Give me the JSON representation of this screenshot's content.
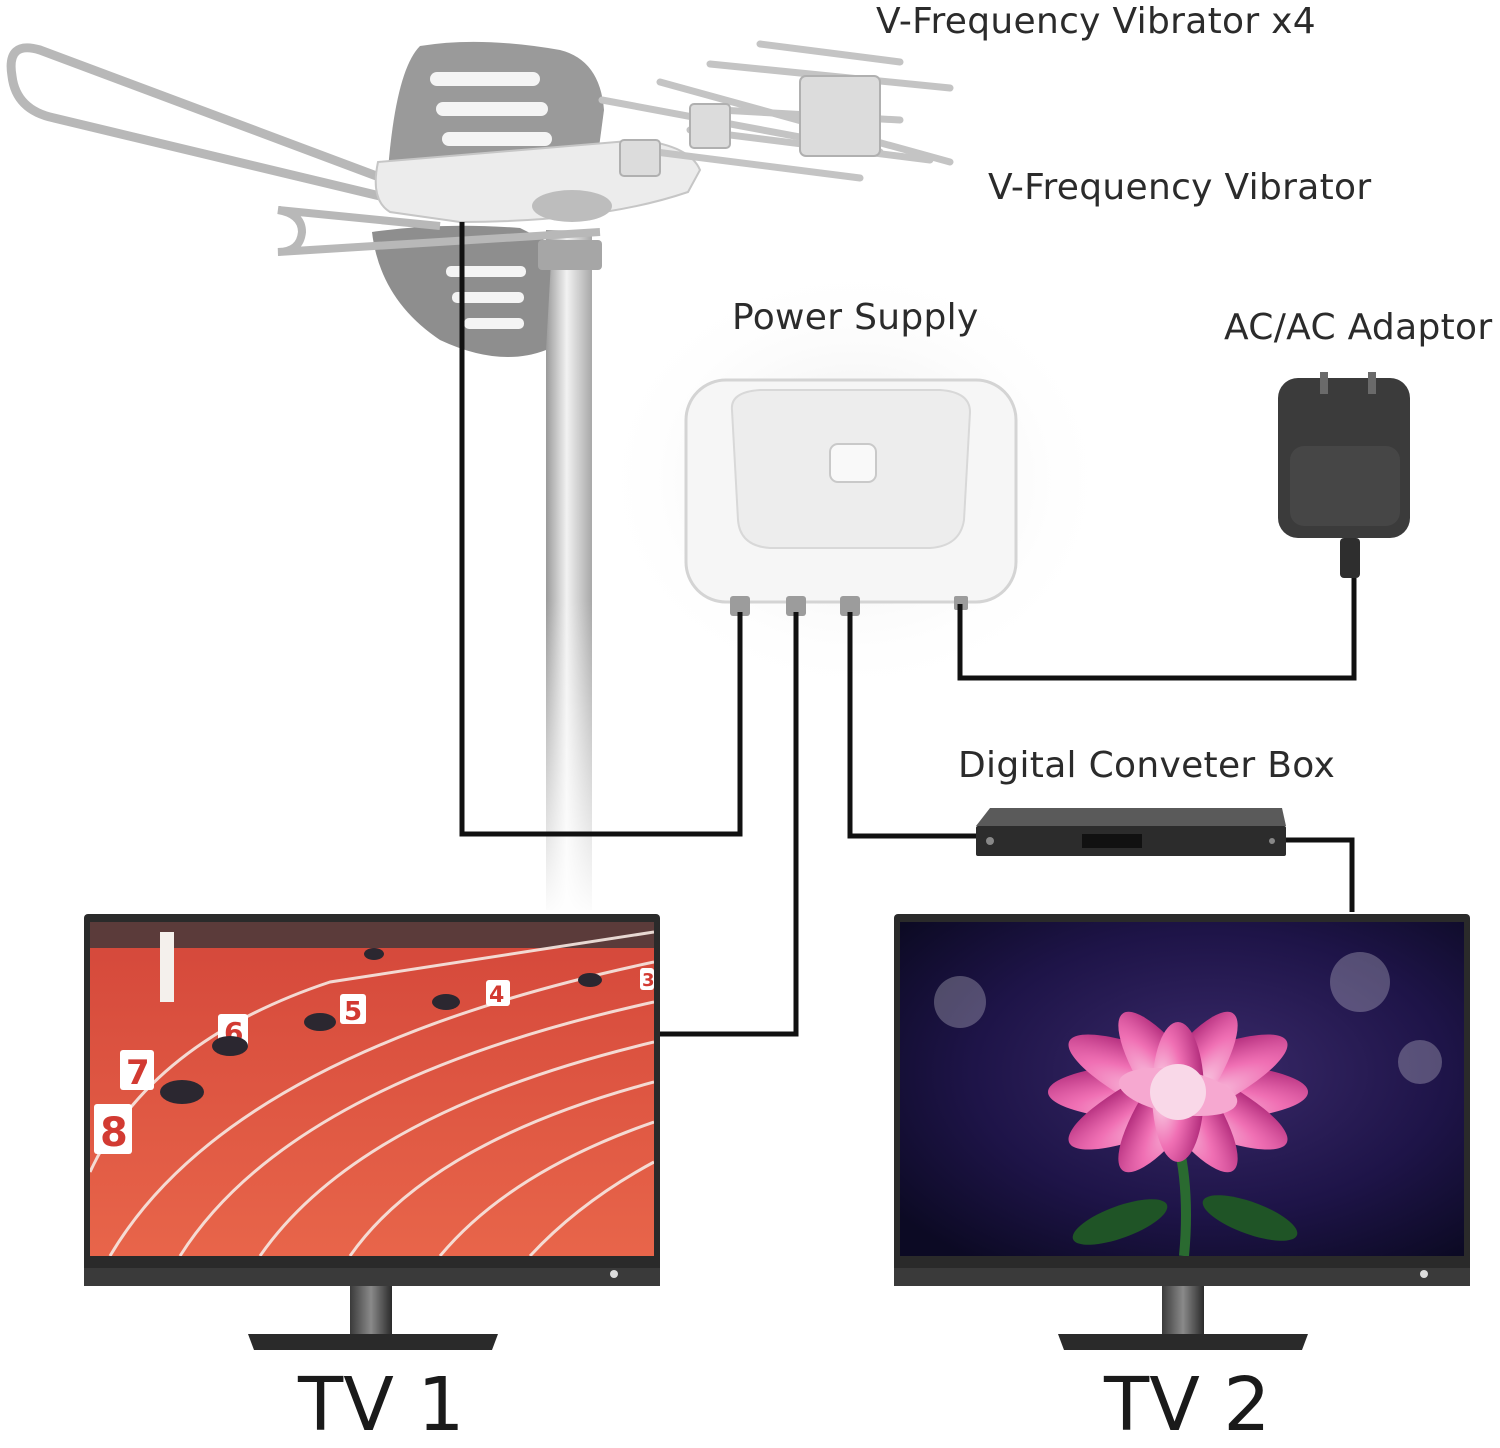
{
  "labels": {
    "vibrator_x4": "V-Frequency Vibrator x4",
    "vibrator": "V-Frequency Vibrator",
    "power_supply": "Power Supply",
    "adaptor": "AC/AC Adaptor",
    "converter_box": "Digital Conveter Box",
    "tv1": "TV 1",
    "tv2": "TV 2"
  },
  "tv1_screen": {
    "lane_numbers": [
      "8",
      "7",
      "6",
      "5",
      "4",
      "3"
    ]
  },
  "colors": {
    "cable": "#111111",
    "track": "#e0533e",
    "tv_frame": "#2a2a2a",
    "antenna": "#c9c9c9",
    "flower": "#e85aa8",
    "tv2_background": "#1a1040"
  }
}
